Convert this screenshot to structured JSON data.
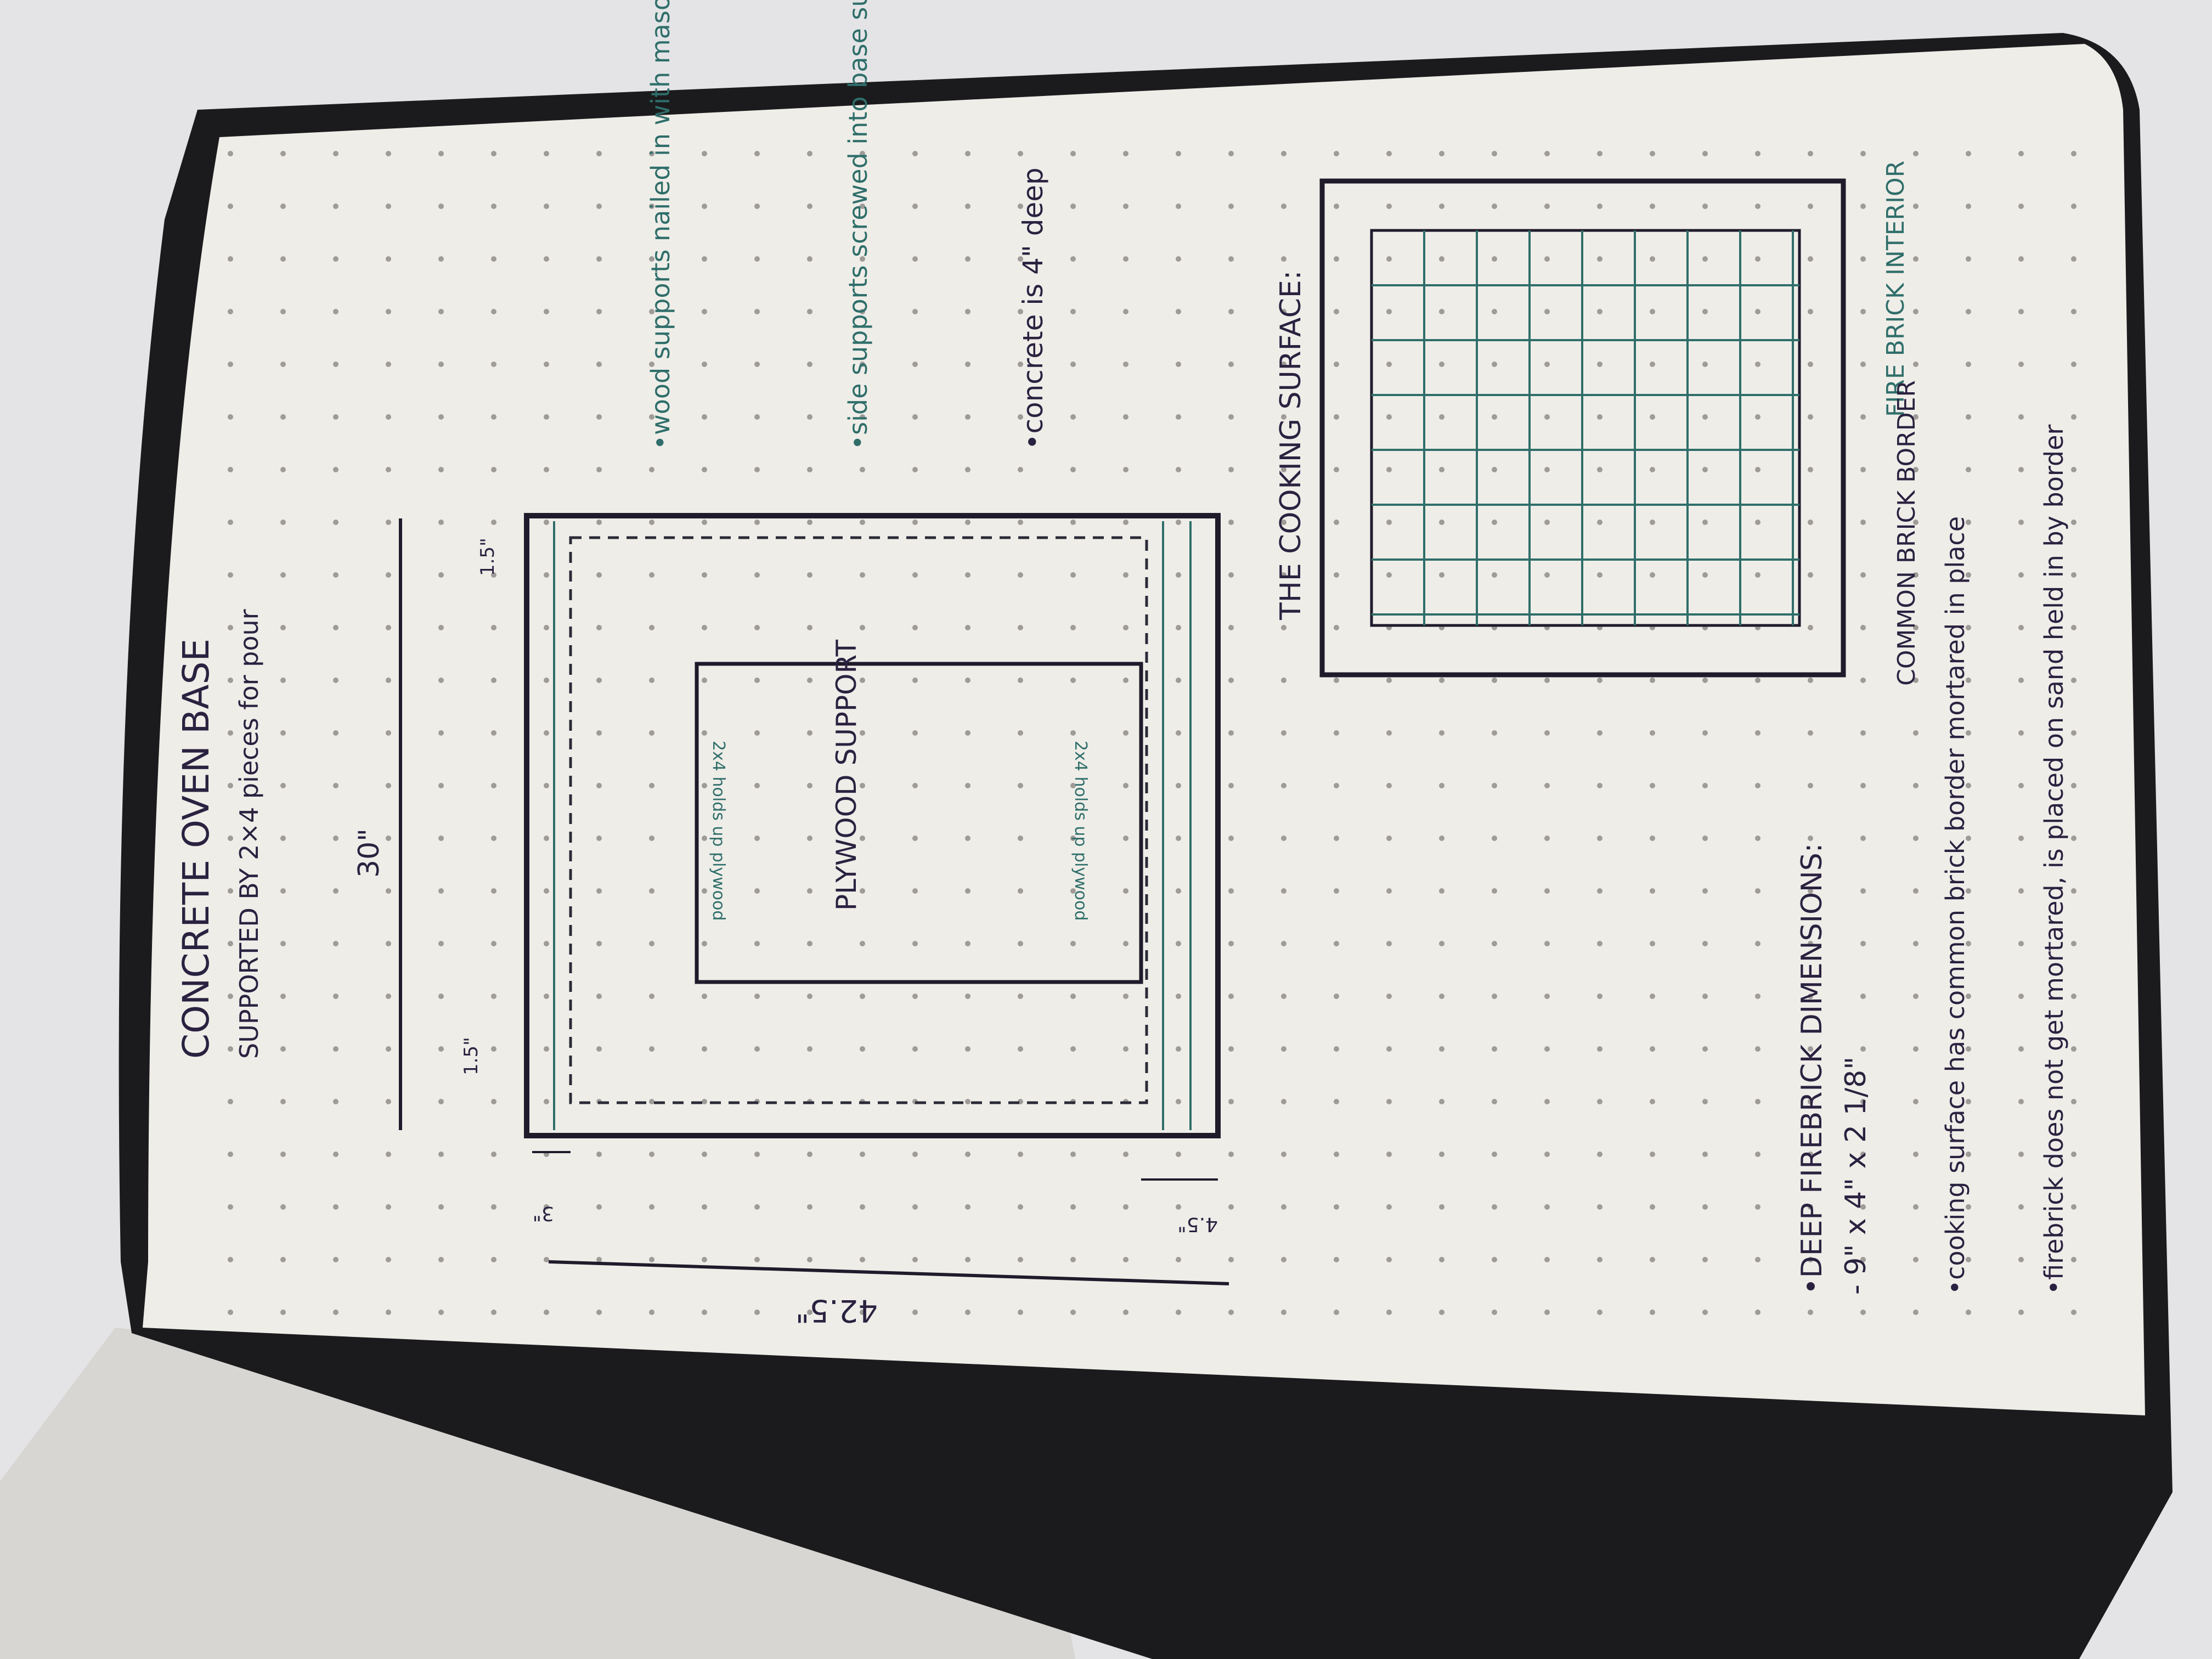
{
  "photo": {
    "subject": "notebook-page-sketch",
    "colors": {
      "background": "#e6e6e8",
      "paper": "#efede8",
      "cover": "#1b1b1d",
      "ink": "#2a2240",
      "teal": "#2f6e6a",
      "dot": "#9e9b98"
    }
  },
  "note": {
    "title": "CONCRETE OVEN BASE",
    "subtitle": "SUPPORTED BY 2×4 pieces for pour",
    "dimensions": {
      "width_top": "30\"",
      "width_total": "42.5\"",
      "top_left_small": "1.5\"",
      "top_right_small": "1.5\"",
      "left_edge": "3\"",
      "right_edge": "4.5\""
    },
    "base_labels": {
      "plywood_support": "PLYWOOD SUPPORT",
      "holds_up_plywood": "2x4 holds up plywood",
      "holds_up_plywood_2": "2x4 holds up plywood"
    },
    "notes_right": [
      "•wood supports nailed in with masonry nails",
      "•side supports screwed into base supports",
      "•concrete is 4\" deep"
    ],
    "cooking_surface": {
      "heading": "THE COOKING SURFACE:",
      "label_interior": "FIRE BRICK INTERIOR",
      "label_border": "COMMON BRICK BORDER"
    },
    "notes_bottom": [
      "•DEEP FIREBRICK DIMENSIONS:",
      "- 9\" x 4\" x 2 1/8\"",
      "•cooking surface has common brick border mortared in place",
      "•firebrick does not get mortared, is placed on sand held in by border"
    ]
  }
}
